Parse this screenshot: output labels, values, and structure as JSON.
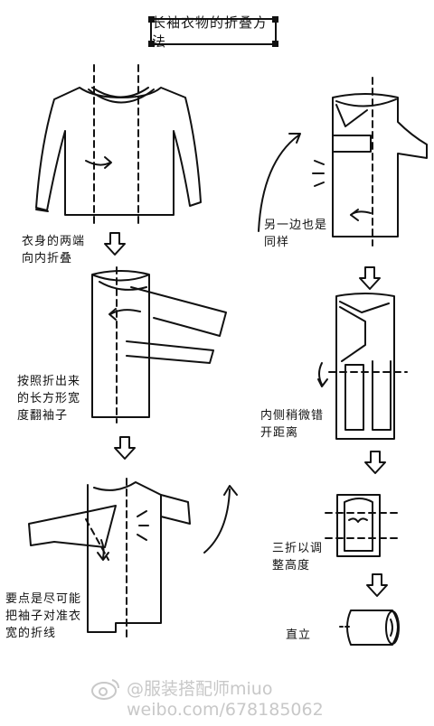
{
  "title": "长袖衣物的折叠方法",
  "steps": [
    {
      "caption": "衣身的两端\n向内折叠"
    },
    {
      "caption": "按照折出来\n的长方形宽\n度翻袖子"
    },
    {
      "caption": "要点是尽可能\n把袖子对准衣\n宽的折线"
    },
    {
      "caption": "另一边也是\n同样"
    },
    {
      "caption": "内侧稍微错\n开距离"
    },
    {
      "caption": "三折以调\n整高度"
    },
    {
      "caption": "直立"
    }
  ],
  "watermark": {
    "handle": "@服装搭配师miuo",
    "url": "weibo.com/678185062",
    "icon": "weibo-logo-icon"
  }
}
